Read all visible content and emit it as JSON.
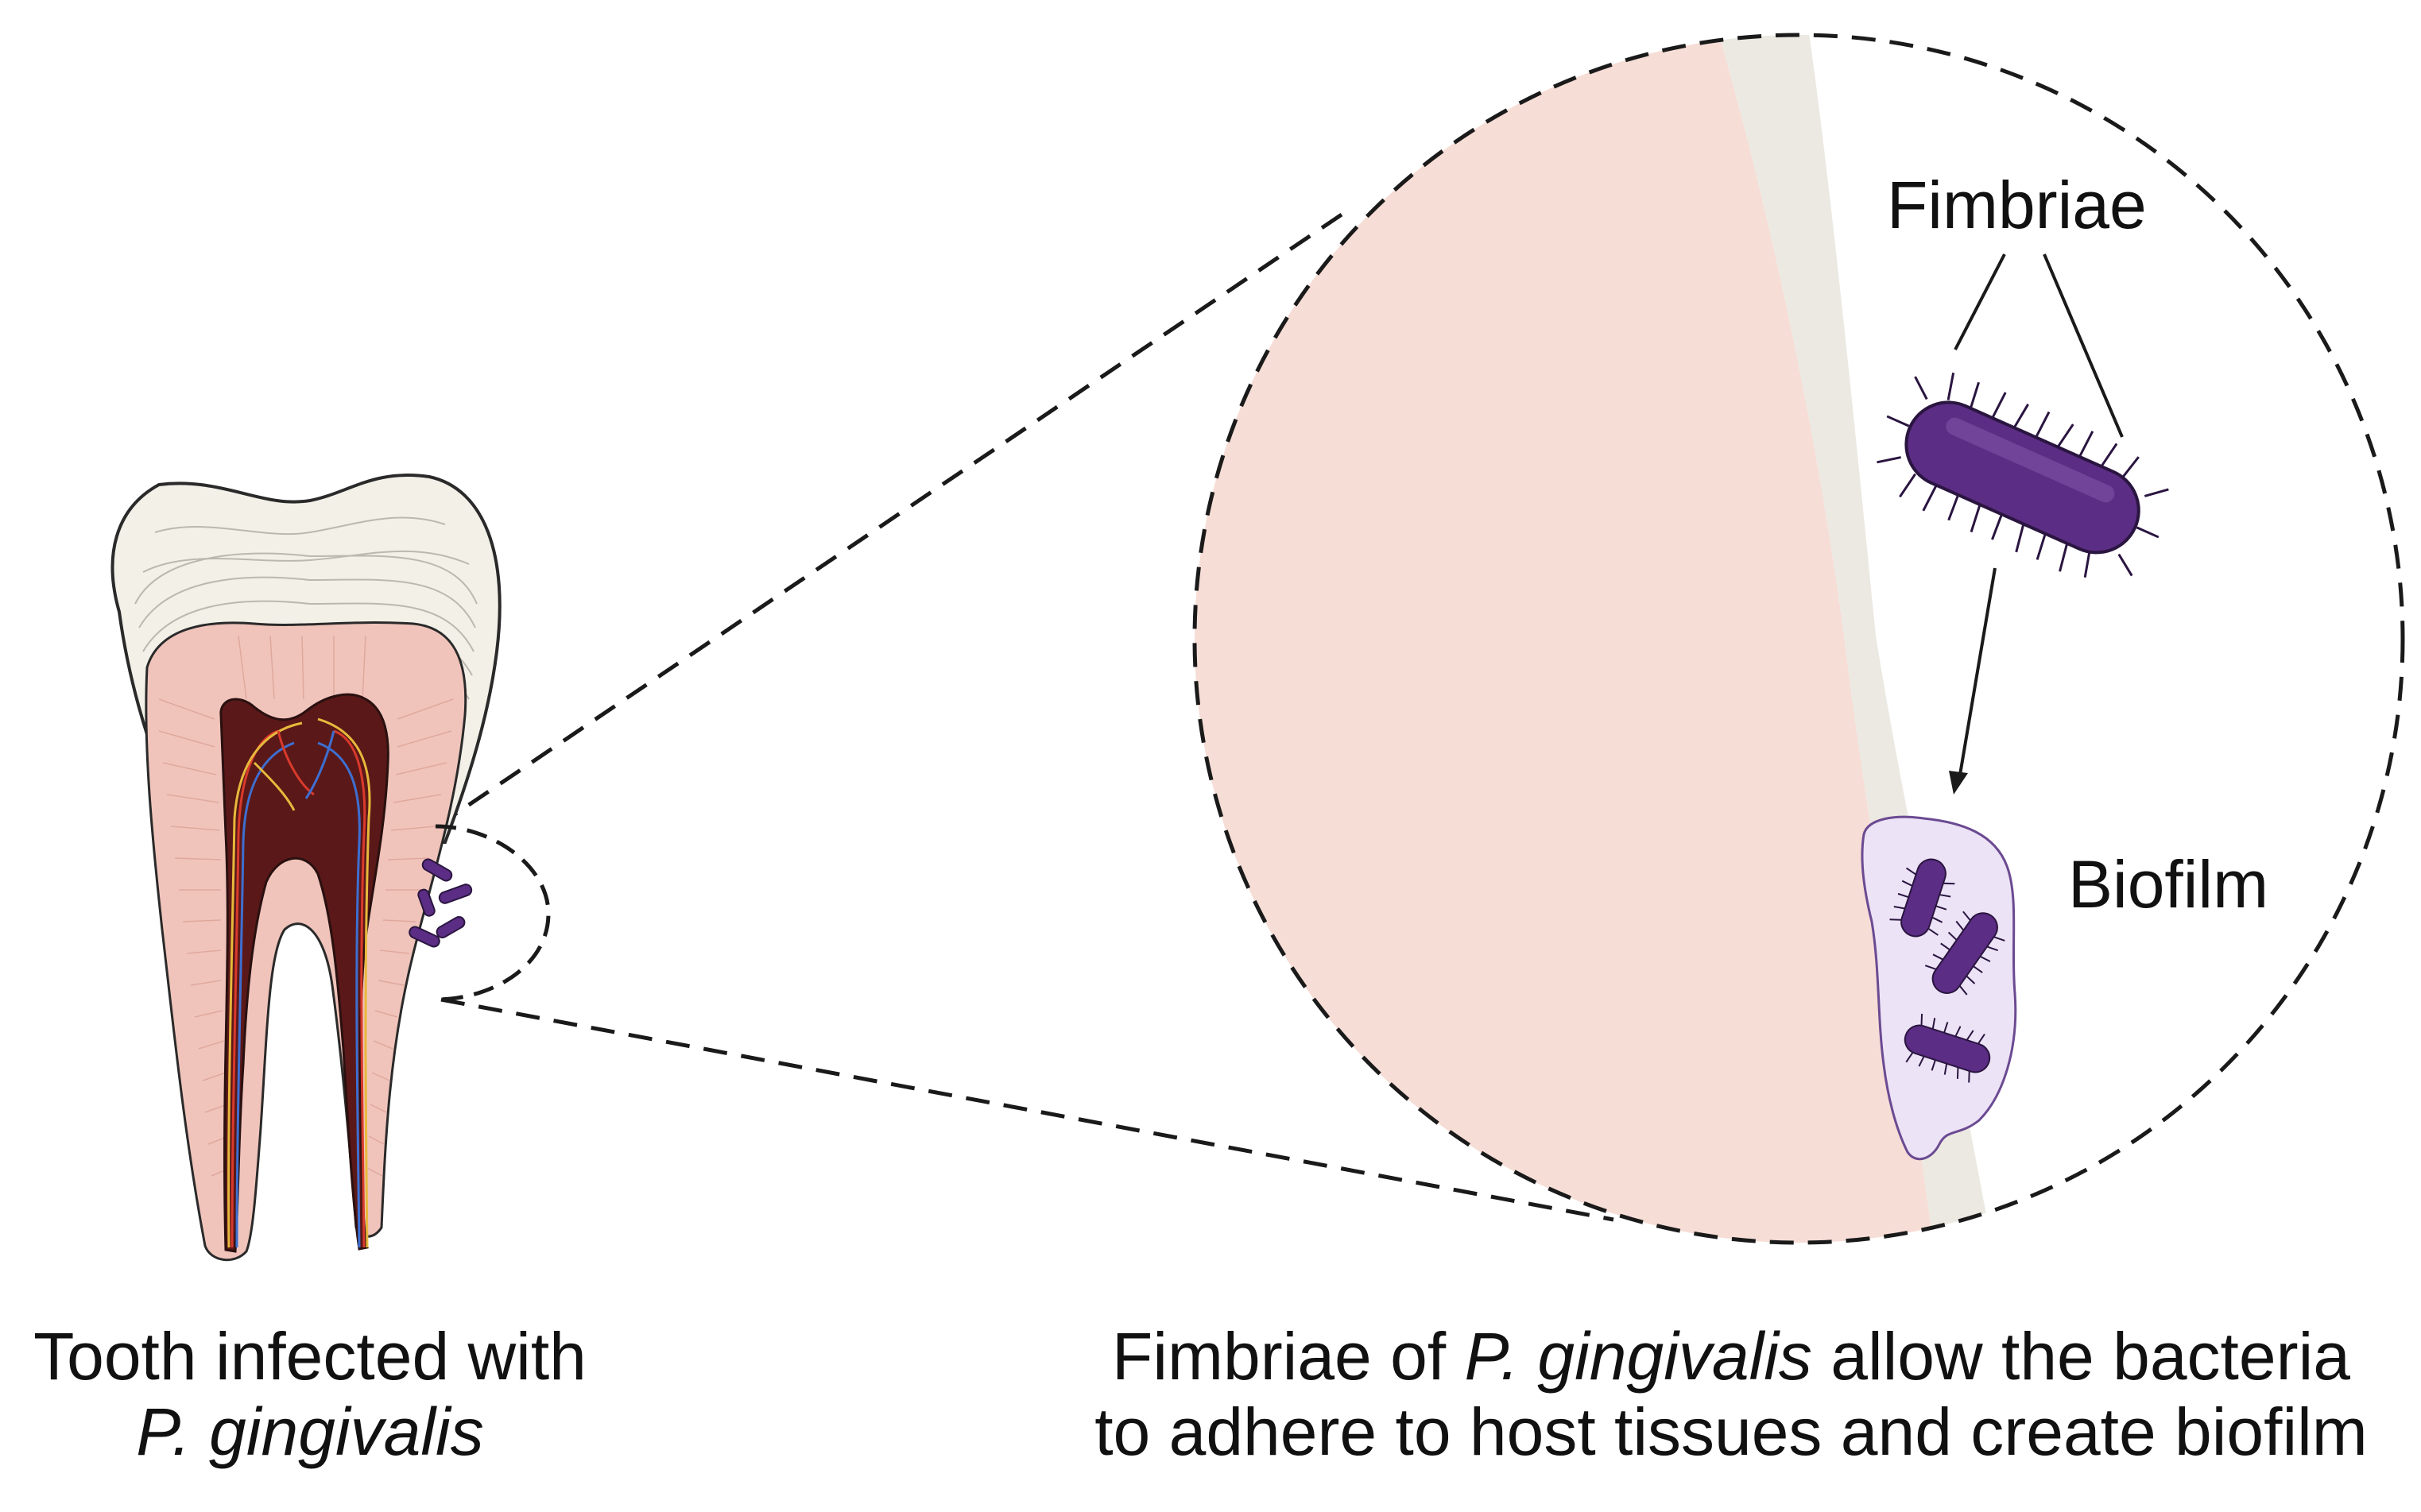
{
  "labels": {
    "fimbriae": "Fimbriae",
    "biofilm": "Biofilm"
  },
  "captions": {
    "left_line1": "Tooth infected with",
    "left_line2_italic": "P. gingivalis",
    "right_line1_pre": "Fimbriae of ",
    "right_line1_italic": "P. gingivalis",
    "right_line1_post": " allow the bacteria",
    "right_line2": "to adhere to host tissues and create biofilm"
  },
  "colors": {
    "gum_tissue": "#f6ddd6",
    "enamel_layer": "#ece9e2",
    "dentin": "#f0c4bb",
    "pulp": "#5b1818",
    "bacteria": "#5b2d84",
    "biofilm_matrix": "#ece3f6",
    "outline": "#1a1a1a"
  },
  "icons": {
    "tooth": "molar-cross-section",
    "bacterium": "rod-bacterium-with-fimbriae"
  }
}
